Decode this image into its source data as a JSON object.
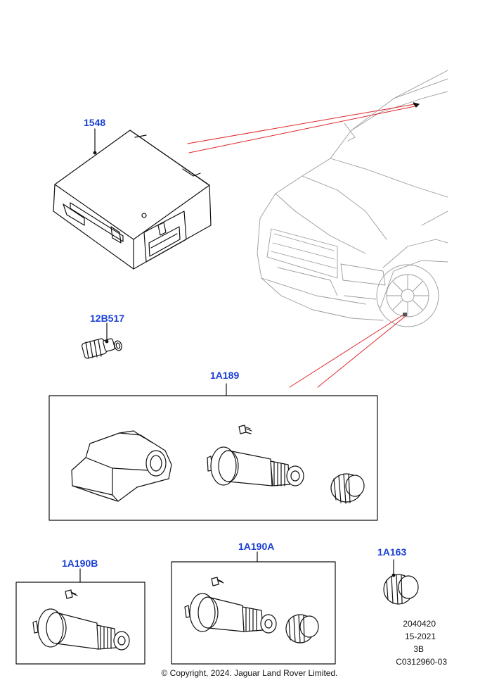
{
  "callouts": {
    "c1548": "1548",
    "c12B517": "12B517",
    "c1A189": "1A189",
    "c1A190B": "1A190B",
    "c1A190A": "1A190A",
    "c1A163": "1A163"
  },
  "reference": {
    "line1": "2040420",
    "line2": "15-2021",
    "line3": "3B",
    "line4": "C0312960-03"
  },
  "copyright": "© Copyright, 2024. Jaguar Land Rover Limited.",
  "colors": {
    "callout": "#1a3fd6",
    "leader": "#e0262a",
    "line": "#111111"
  }
}
